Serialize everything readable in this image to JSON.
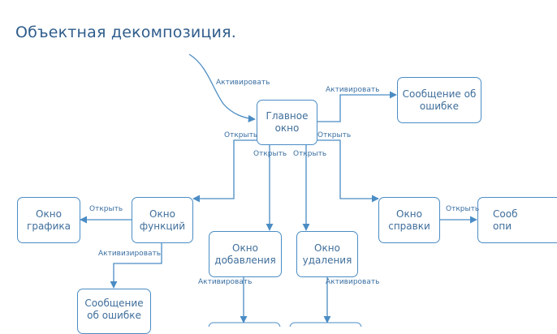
{
  "title": "Объектная декомпозиция.",
  "nodes": {
    "main": "Главное\nокно",
    "error_top": "Сообщение об\nошибке",
    "functions": "Окно\nфункций",
    "graph": "Окно\nграфика",
    "add": "Окно\nдобавления",
    "delete": "Окно\nудаления",
    "help": "Окно\nсправки",
    "message_right": "Сооб\nопи",
    "error_bottom": "Сообщение\nоб ошибке"
  },
  "labels": {
    "activate_incoming": "Активировать",
    "activate_error": "Активировать",
    "open_left": "Открыть",
    "open_right": "Открыть",
    "open_add": "Открыть",
    "open_delete": "Открыть",
    "open_graph": "Открыть",
    "activate_functions": "Активизировать",
    "activate_add": "Активировать",
    "activate_delete": "Активировать",
    "open_help_message": "Открыть"
  },
  "colors": {
    "line": "#4a8cc4",
    "text": "#3f6e9b",
    "title": "#2f5d8c"
  }
}
